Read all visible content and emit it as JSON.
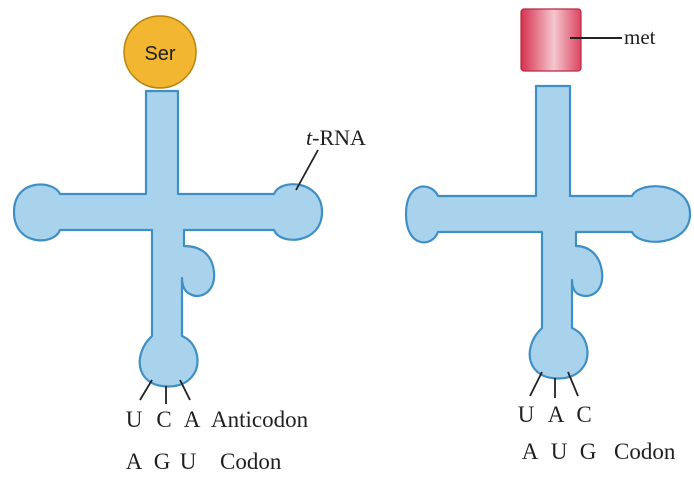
{
  "left_trna": {
    "amino_acid": "Ser",
    "trna_label_italic": "t",
    "trna_label_rest": "-RNA",
    "anticodon_bases": [
      "U",
      "C",
      "A"
    ],
    "anticodon_label": "Anticodon",
    "codon_bases": [
      "A",
      "G",
      "U"
    ],
    "codon_label": "Codon"
  },
  "right_trna": {
    "amino_acid": "met",
    "anticodon_bases": [
      "U",
      "A",
      "C"
    ],
    "codon_bases": [
      "A",
      "U",
      "G"
    ],
    "codon_label": "Codon"
  },
  "colors": {
    "trna_fill": "#a9d3ec",
    "trna_stroke": "#3e8fc4",
    "serine_fill": "#f2b631",
    "methionine_fill": "#d93a57"
  }
}
